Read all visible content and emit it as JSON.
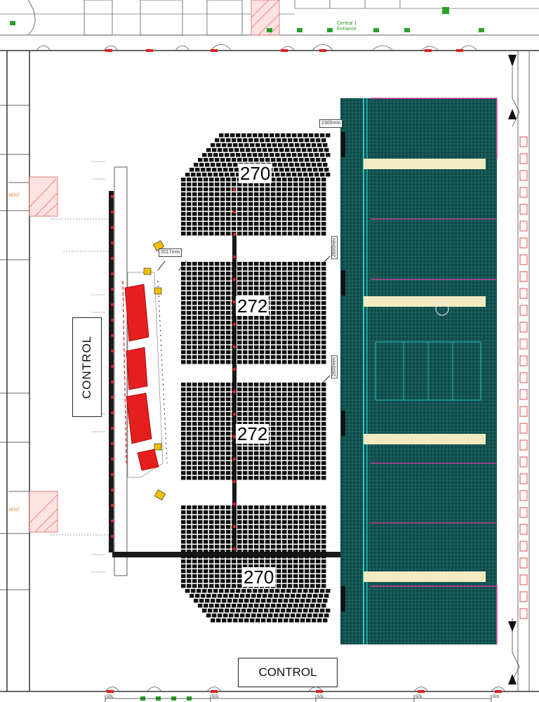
{
  "labels": {
    "control_left": "CONTROL",
    "control_bottom": "CONTROL",
    "section_top": "270",
    "section_mid1": "272",
    "section_mid2": "272",
    "section_bottom": "270",
    "entrance": "Central 1 Entrance",
    "vent_top": "VENT",
    "vent_bottom": "VENT",
    "dim_top": "2300mm",
    "dim_mid": "2017mm",
    "dim_side1": "2600mm",
    "dim_side2": "2600mm",
    "bottom_marks": [
      "50L",
      "50L",
      "50L",
      "50L",
      "50L"
    ]
  },
  "colors": {
    "seat": "#111111",
    "standing": "#0e4a48",
    "cyan": "#27c6c6",
    "magenta": "#e040a0",
    "cream": "#f4eac2",
    "red_zone": "#e61e1e",
    "wall": "#333333"
  }
}
